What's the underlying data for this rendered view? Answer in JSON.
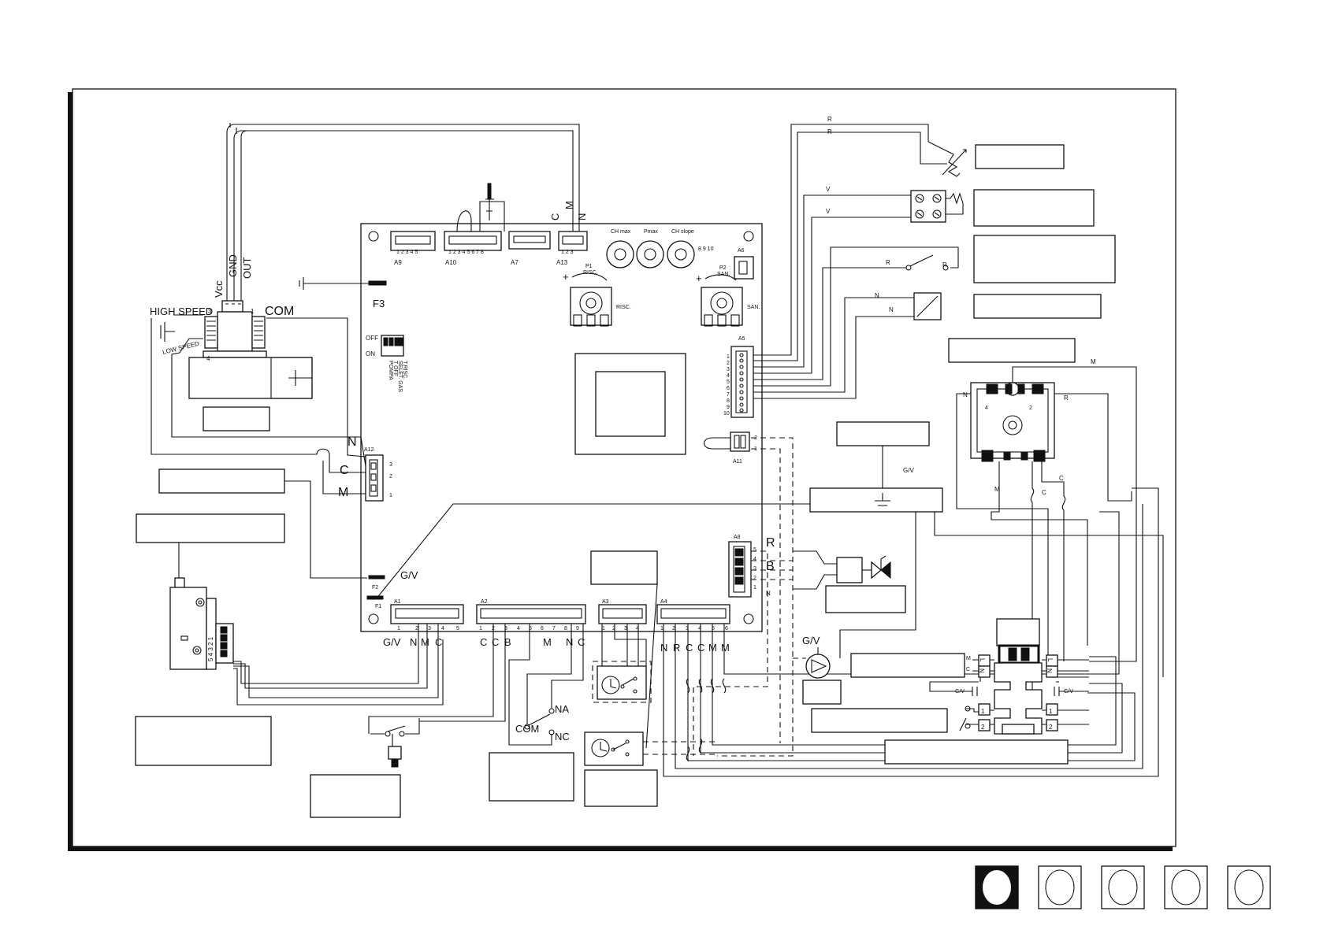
{
  "pcb": {
    "connectors": {
      "a9": "A9",
      "a10": "A10",
      "a7": "A7",
      "a13": "A13",
      "a6": "A6",
      "a5": "A5",
      "a12": "A12",
      "a11": "A11",
      "a8": "A8",
      "a1": "A1",
      "a2": "A2",
      "a3": "A3",
      "a4": "A4"
    },
    "fuses": {
      "f1": "F1",
      "f2": "F2",
      "f3": "F3"
    },
    "pot_labels": {
      "ch_max": "CH max",
      "pmax": "Pmax",
      "ch_slope": "CH slope",
      "p1": "P1",
      "risc": "RISC.",
      "p2": "P2",
      "san": "SAN."
    },
    "dip": {
      "off": "OFF",
      "on": "ON",
      "switches": [
        "POMPA",
        "T OFF",
        "SELET. GAS",
        "T.RISC."
      ]
    },
    "a13_pins": [
      "C",
      "M",
      "N"
    ],
    "a12_pins": [
      "C",
      "M"
    ],
    "a12_n": "N"
  },
  "fan": {
    "vcc": "Vcc",
    "gnd": "GND",
    "out": "OUT",
    "high_speed": "HIGH SPEED",
    "low_speed": "LOW SPEED",
    "com": "COM",
    "pin3": "3",
    "pin1": "1",
    "pin4": "4"
  },
  "wire_colors": {
    "r": "R",
    "v": "V",
    "n": "N",
    "m": "M",
    "b": "B",
    "c": "C",
    "gv": "G/V"
  },
  "bottom_terms": {
    "a1": [
      "G/V",
      "N",
      "M",
      "C"
    ],
    "a2": [
      "C",
      "C",
      "B",
      "M",
      "N",
      "C"
    ],
    "a4": [
      "N",
      "R",
      "C",
      "C",
      "M",
      "M"
    ]
  },
  "switch_labels": {
    "na": "NA",
    "com": "COM",
    "nc": "NC"
  },
  "terminal_strip": {
    "left": [
      "L",
      "N",
      "1",
      "2"
    ],
    "right": [
      "L",
      "N",
      "1",
      "2"
    ],
    "m": "M",
    "c": "C",
    "gv": "G/V"
  },
  "valve_labels": {
    "n": "N",
    "m": "M",
    "r": "R",
    "c": "C",
    "p4": "4",
    "p2": "2"
  },
  "page_markers": [
    {
      "filled": true
    },
    {
      "filled": false
    },
    {
      "filled": false
    },
    {
      "filled": false
    },
    {
      "filled": false
    }
  ]
}
